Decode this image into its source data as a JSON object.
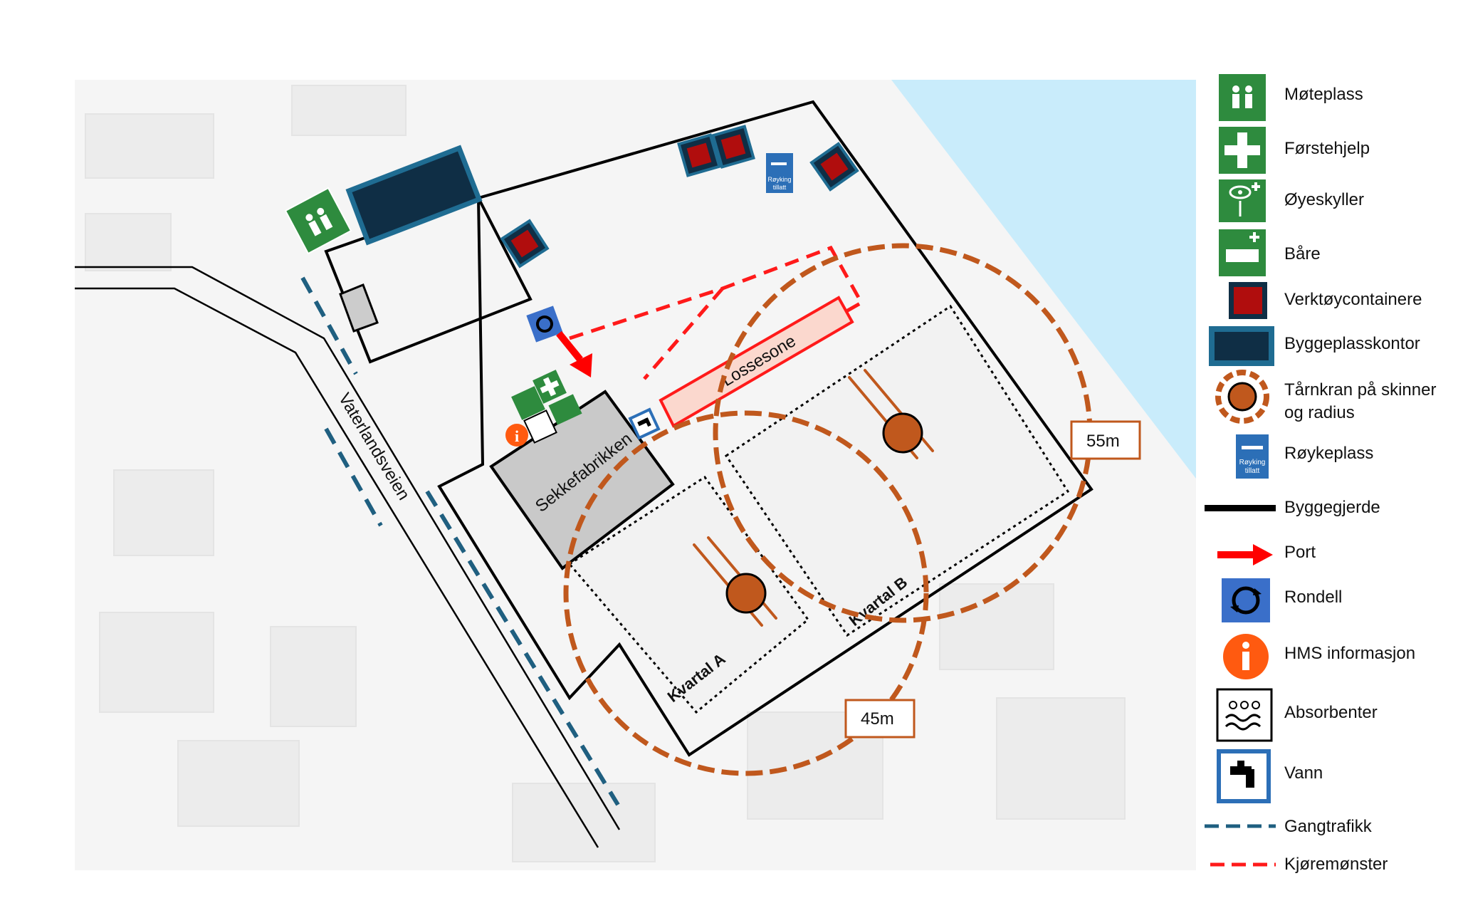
{
  "map": {
    "road_label": "Vaterlandsveien",
    "building_label": "Sekkefabrikken",
    "unloading_zone_label": "Lossesone",
    "block_a_label": "Kvartal A",
    "block_b_label": "Kvartal B",
    "radius_small_label": "45m",
    "radius_large_label": "55m",
    "smoking_sign_text_line1": "Røyking",
    "smoking_sign_text_line2": "tillatt",
    "info_glyph": "i"
  },
  "legend": {
    "items": [
      {
        "label": "Møteplass",
        "icon": "assembly-point-icon",
        "color": "#2e8b3e"
      },
      {
        "label": "Førstehjelp",
        "icon": "first-aid-icon",
        "color": "#2e8b3e"
      },
      {
        "label": "Øyeskyller",
        "icon": "eye-wash-icon",
        "color": "#2e8b3e"
      },
      {
        "label": "Båre",
        "icon": "stretcher-icon",
        "color": "#2e8b3e"
      },
      {
        "label": "Verktøycontainere",
        "icon": "tool-container-icon",
        "color": "#b00d0d"
      },
      {
        "label": "Byggeplasskontor",
        "icon": "site-office-icon",
        "color": "#0f2e45"
      },
      {
        "label": "Tårnkran på skinner\nog radius",
        "icon": "tower-crane-icon",
        "color": "#c0581d"
      },
      {
        "label": "Røykeplass",
        "icon": "smoking-area-icon",
        "color": "#2c6fb7"
      },
      {
        "label": "Byggegjerde",
        "icon": "site-fence-icon",
        "color": "#000000"
      },
      {
        "label": "Port",
        "icon": "gate-arrow-icon",
        "color": "#ff0000"
      },
      {
        "label": "Rondell",
        "icon": "roundabout-icon",
        "color": "#3a6fc9"
      },
      {
        "label": "HMS informasjon",
        "icon": "hse-info-icon",
        "color": "#ff5a10"
      },
      {
        "label": "Absorbenter",
        "icon": "absorbents-icon",
        "color": "#000000"
      },
      {
        "label": "Vann",
        "icon": "water-tap-icon",
        "color": "#2c6fb7"
      },
      {
        "label": "Gangtrafikk",
        "icon": "pedestrian-traffic-line-icon",
        "color": "#1f5f80"
      },
      {
        "label": "Kjøremønster",
        "icon": "driving-pattern-line-icon",
        "color": "#ff1a1a"
      }
    ]
  }
}
